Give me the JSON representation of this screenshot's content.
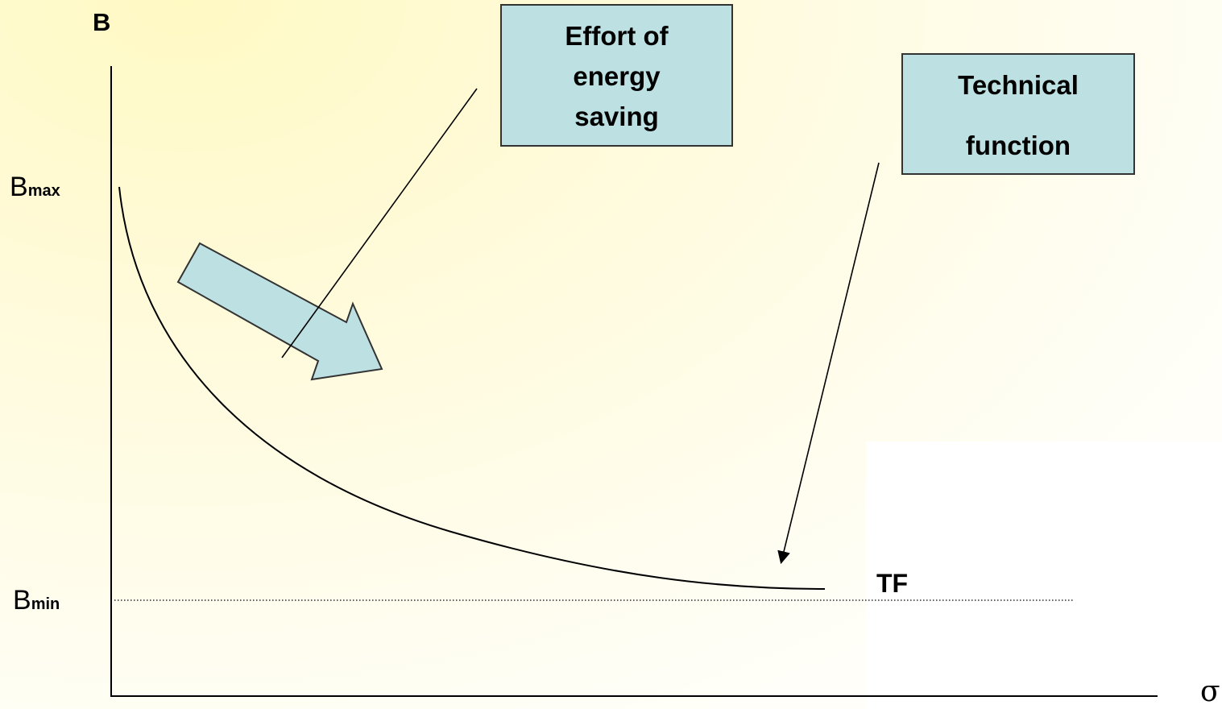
{
  "axes": {
    "y_label": "B",
    "x_label": "σ"
  },
  "levels": {
    "max": {
      "base": "B",
      "sub": "max"
    },
    "min": {
      "base": "B",
      "sub": "min"
    }
  },
  "curve": {
    "label": "TF"
  },
  "callouts": {
    "effort": {
      "lines": [
        "Effort of",
        "energy",
        "saving"
      ]
    },
    "technical": {
      "lines": [
        "Technical",
        "function"
      ]
    }
  },
  "colors": {
    "callout_fill": "#bde0e3",
    "arrow_fill": "#bde0e3",
    "background_tint": "#fff9c4",
    "stroke": "#000000"
  }
}
